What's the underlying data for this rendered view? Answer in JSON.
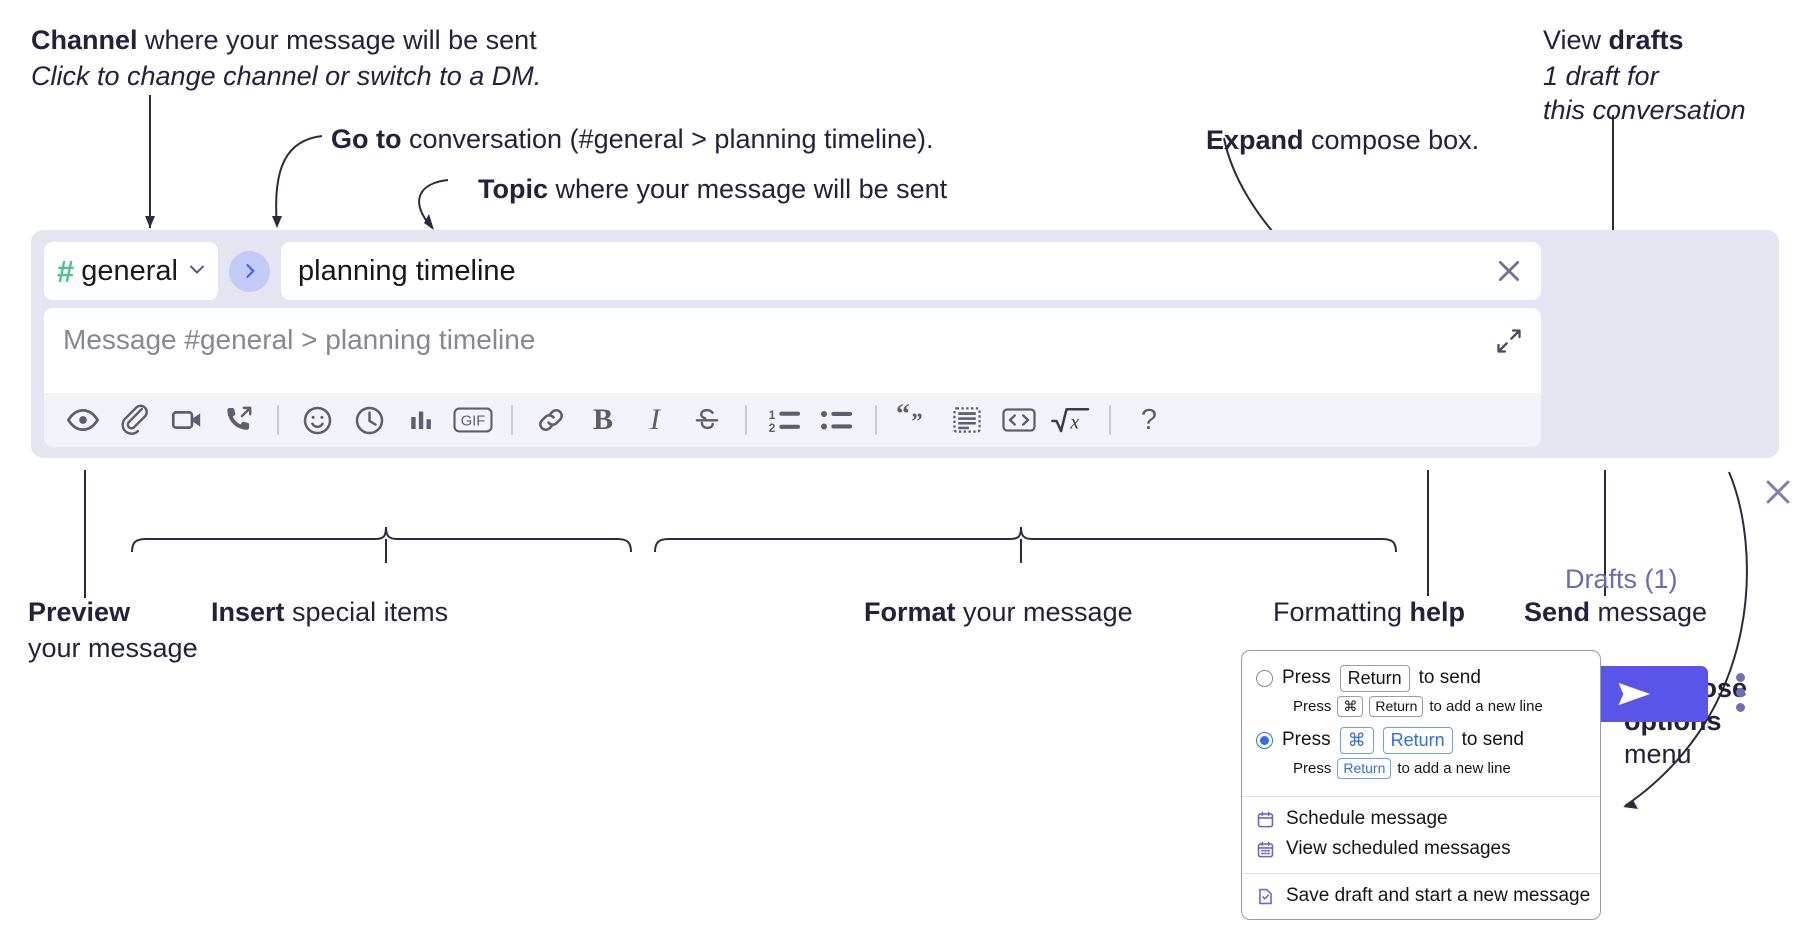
{
  "annotations": {
    "channel_title_bold": "Channel",
    "channel_title_rest": " where your message will be sent",
    "channel_sub": "Click to change channel or switch to a DM.",
    "goto_bold": "Go to",
    "goto_rest": " conversation (#general > planning timeline).",
    "topic_bold": "Topic",
    "topic_rest": " where your message will be sent",
    "expand_bold": "Expand",
    "expand_rest": " compose box.",
    "drafts_bold_pre": "View ",
    "drafts_bold": "drafts",
    "drafts_sub_1": "1 draft for",
    "drafts_sub_2": "this conversation",
    "preview_bold": "Preview",
    "preview_rest": "your message",
    "insert_bold": "Insert",
    "insert_rest": " special items",
    "format_bold": "Format",
    "format_rest": " your message",
    "fmthelp_pre": "Formatting ",
    "fmthelp_bold": "help",
    "send_bold": "Send",
    "send_rest": " message",
    "compose_opts_bold_1": "Compose",
    "compose_opts_bold_2": "options",
    "compose_opts_rest": "menu"
  },
  "compose": {
    "channel": {
      "name": "general",
      "hash": "#",
      "icon": "hash-icon",
      "chevron": "chevron-down-icon"
    },
    "goto_icon": "chevron-right-icon",
    "topic": {
      "value": "planning timeline",
      "clear_icon": "close-icon"
    },
    "message": {
      "placeholder": "Message #general > planning timeline",
      "value": ""
    },
    "expand_icon": "expand-icon",
    "close_icon": "close-icon",
    "drafts_label": "Drafts (1)",
    "send_icon": "send-paper-plane-icon",
    "kebab_icon": "kebab-menu-icon",
    "toolbar": [
      {
        "name": "preview-button",
        "icon": "eye-icon"
      },
      {
        "name": "attach-button",
        "icon": "paperclip-icon"
      },
      {
        "name": "video-clip-button",
        "icon": "video-camera-icon"
      },
      {
        "name": "audio-clip-button",
        "icon": "phone-arrow-icon"
      },
      {
        "name": "separator-1",
        "icon": "separator"
      },
      {
        "name": "emoji-button",
        "icon": "smiley-icon"
      },
      {
        "name": "reminder-button",
        "icon": "clock-icon"
      },
      {
        "name": "poll-button",
        "icon": "bar-chart-icon"
      },
      {
        "name": "gif-button",
        "icon": "gif-icon"
      },
      {
        "name": "separator-2",
        "icon": "separator"
      },
      {
        "name": "link-button",
        "icon": "link-icon"
      },
      {
        "name": "bold-button",
        "icon": "bold-icon",
        "label": "B"
      },
      {
        "name": "italic-button",
        "icon": "italic-icon",
        "label": "I"
      },
      {
        "name": "strikethrough-button",
        "icon": "strikethrough-icon"
      },
      {
        "name": "separator-3",
        "icon": "separator"
      },
      {
        "name": "ordered-list-button",
        "icon": "ordered-list-icon"
      },
      {
        "name": "bulleted-list-button",
        "icon": "bulleted-list-icon"
      },
      {
        "name": "separator-4",
        "icon": "separator"
      },
      {
        "name": "blockquote-button",
        "icon": "quote-icon"
      },
      {
        "name": "code-block-button",
        "icon": "code-block-icon"
      },
      {
        "name": "code-inline-button",
        "icon": "code-brackets-icon"
      },
      {
        "name": "latex-button",
        "icon": "square-root-x-icon"
      },
      {
        "name": "separator-5",
        "icon": "separator"
      },
      {
        "name": "formatting-help-button",
        "icon": "question-mark-icon",
        "label": "?"
      }
    ]
  },
  "menu": {
    "option1": {
      "press": "Press",
      "key_return": "Return",
      "to_send": "to send",
      "sub_press": "Press",
      "sub_key_cmd": "⌘",
      "sub_key_return": "Return",
      "sub_tail": "to add a new line",
      "selected": false
    },
    "option2": {
      "press": "Press",
      "key_cmd": "⌘",
      "key_return": "Return",
      "to_send": "to send",
      "sub_press": "Press",
      "sub_key_return": "Return",
      "sub_tail": "to add a new line",
      "selected": true
    },
    "items": [
      {
        "label": "Schedule message",
        "icon": "calendar-icon"
      },
      {
        "label": "View scheduled messages",
        "icon": "calendar-grid-icon"
      },
      {
        "label": "Save draft and start a new message",
        "icon": "file-check-icon"
      }
    ]
  },
  "colors": {
    "compose_bg": "#e3e5f1",
    "toolbar_bg": "#f2f3f9",
    "send_button": "#5a55e8",
    "drafts_text": "#6a6ab7",
    "hash_green": "#4ac18e",
    "goto_bubble": "#c3caf5",
    "accent_blue": "#2f6fe4",
    "menu_icon_purple": "#6b63d6",
    "anno_text": "#22223d"
  }
}
